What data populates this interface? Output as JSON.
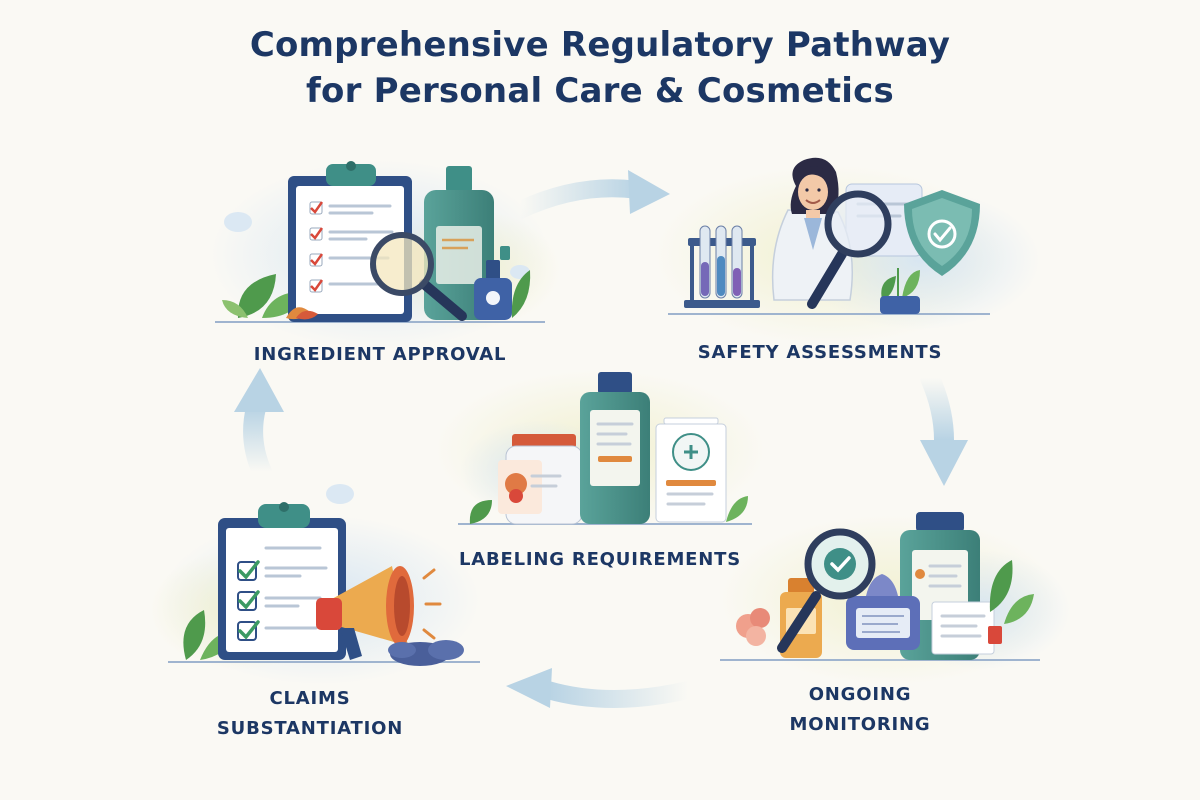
{
  "title_line1": "Comprehensive Regulatory Pathway",
  "title_line2": "for Personal Care & Cosmetics",
  "steps": {
    "ingredient_approval": "INGREDIENT APPROVAL",
    "safety_assessments": "SAFETY ASSESSMENTS",
    "labeling_requirements": "LABELING REQUIREMENTS",
    "ongoing_monitoring_line1": "ONGOING",
    "ongoing_monitoring_line2": "MONITORING",
    "claims_substantiation_line1": "CLAIMS",
    "claims_substantiation_line2": "SUBSTANTIATION"
  },
  "colors": {
    "background": "#faf9f4",
    "title": "#1c3764",
    "teal": "#3f8f87",
    "navy": "#2f4f86",
    "check": "#3b9a63",
    "arrow": "#b8d3e4",
    "leaf": "#4f9a4c",
    "blob_blue": "#dbe8f3",
    "blob_yellow": "#f1f0cf"
  }
}
